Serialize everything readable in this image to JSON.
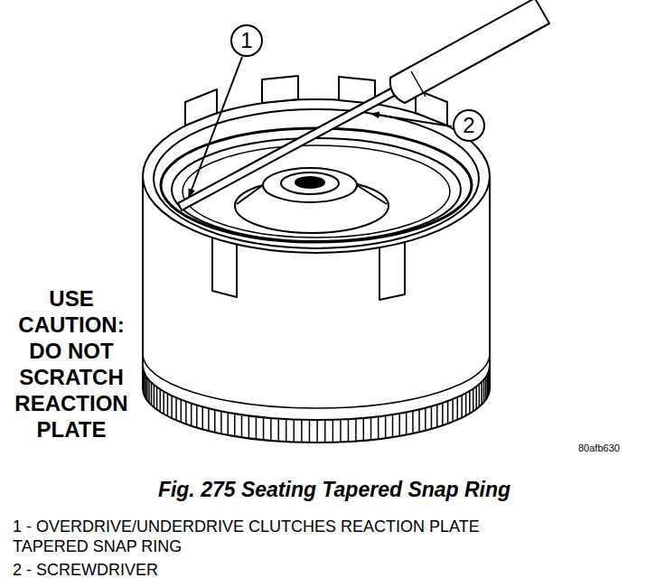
{
  "diagram": {
    "caption": "Fig. 275 Seating Tapered Snap Ring",
    "nodes": [
      {
        "text": [
          "1"
        ]
      },
      {
        "text": [
          "2"
        ]
      }
    ],
    "labels": [
      "USE CAUTION: DO NOT SCRATCH REACTION PLATE",
      "80afb630",
      "1 - OVERDRIVE/UNDERDRIVE CLUTCHES REACTION PLATE TAPERED SNAP RING",
      "2 - SCREWDRIVER"
    ]
  }
}
